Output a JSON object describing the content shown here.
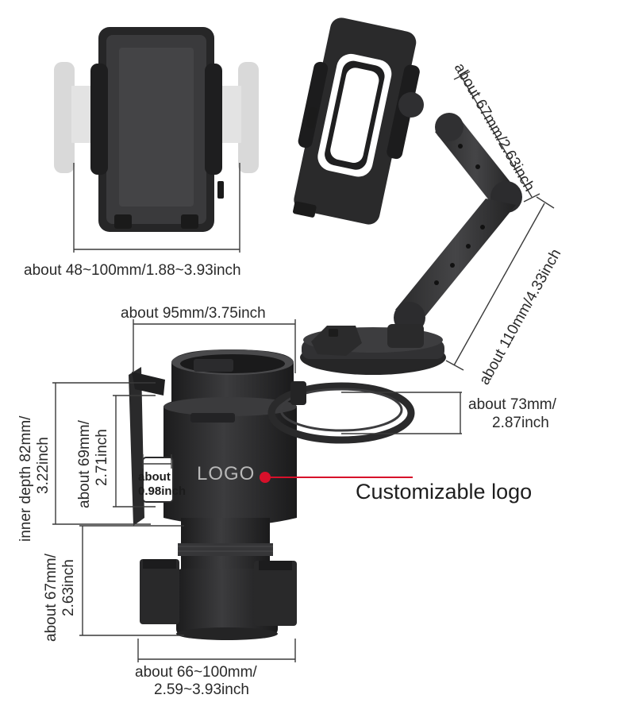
{
  "dimensions": {
    "phone_clamp_width": "about 48~100mm/1.88~3.93inch",
    "arm_upper": "about 67mm/2.63inch",
    "arm_lower": "about 110mm/4.33inch",
    "cup_top_width": "about 95mm/3.75inch",
    "tray_line1": "about 73mm/",
    "tray_line2": "2.87inch",
    "inner_depth_line1": "inner depth 82mm/",
    "inner_depth_line2": "3.22inch",
    "slot_height_line1": "about 69mm/",
    "slot_height_line2": "2.71inch",
    "slot_width_line1": "about",
    "slot_width_line2": "0.98inch",
    "base_height_line1": "about 67mm/",
    "base_height_line2": "2.63inch",
    "base_width_line1": "about 66~100mm/",
    "base_width_line2": "2.59~3.93inch"
  },
  "logo_print": "LOGO",
  "callout": "Customizable logo",
  "colors": {
    "accent": "#d7102a",
    "product": "#2b2b2c",
    "ghost": "#d5d5d5",
    "dim_line": "#3a3a3a"
  }
}
